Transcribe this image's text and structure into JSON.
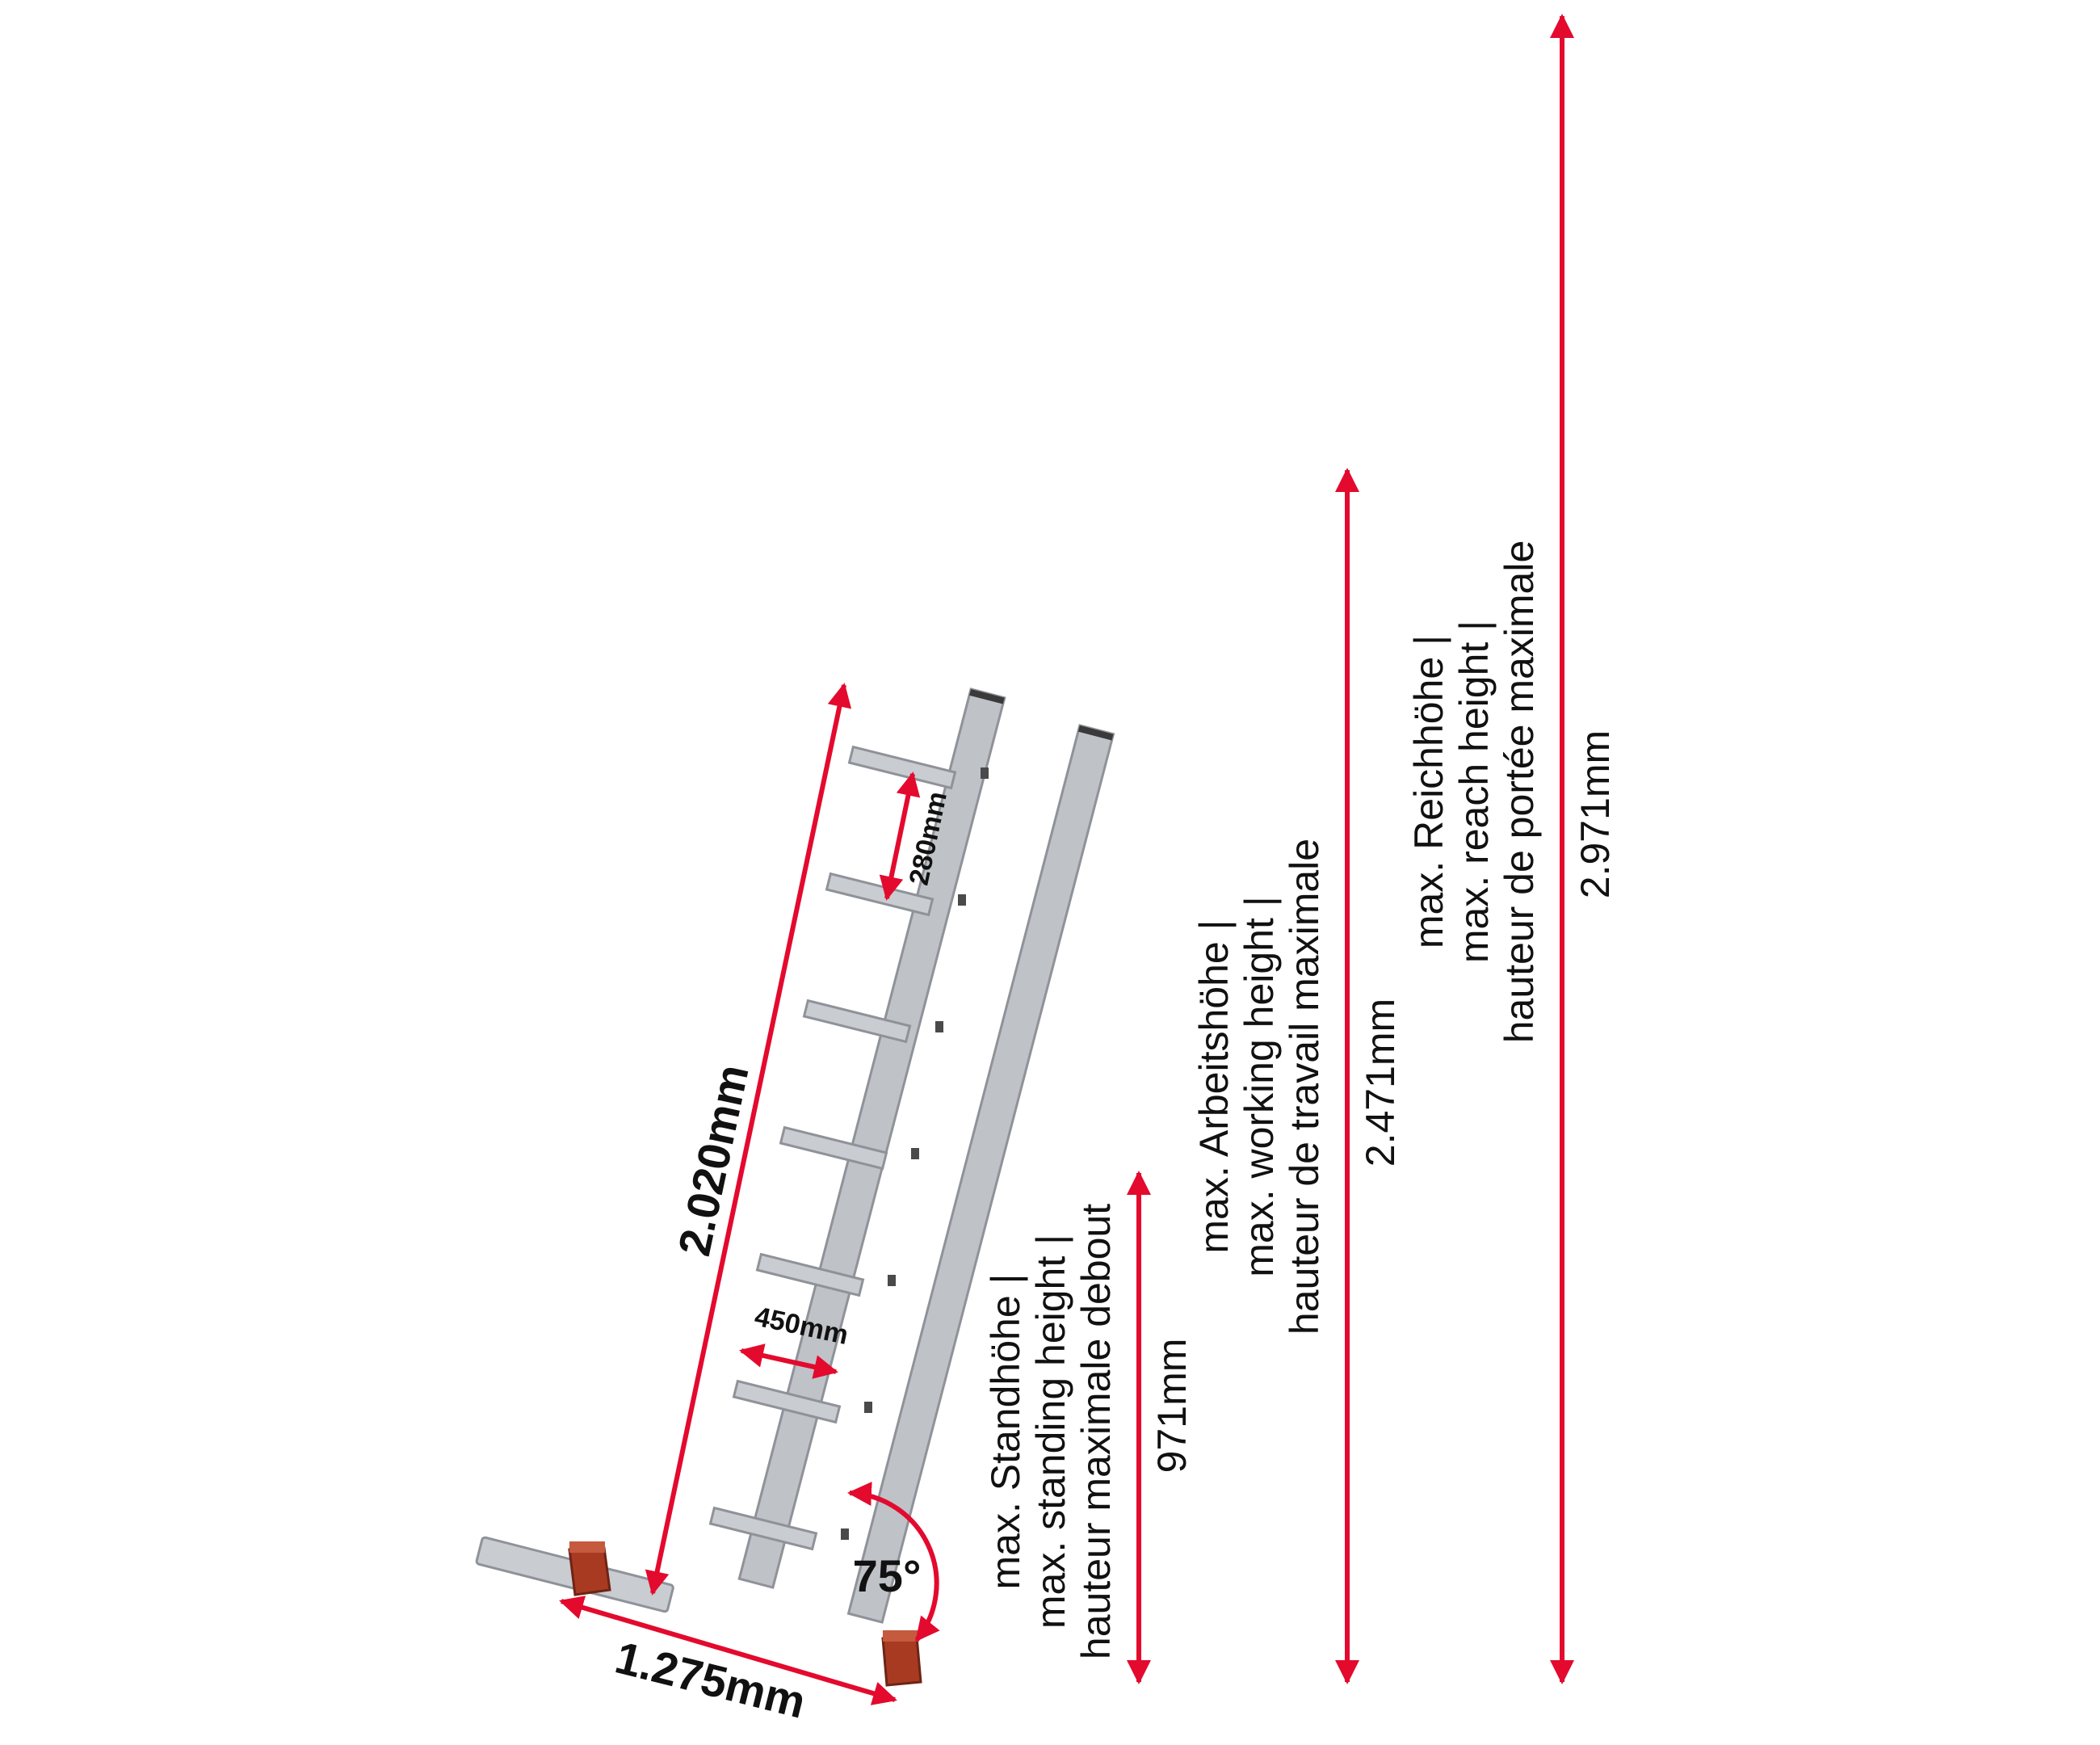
{
  "colors": {
    "accent": "#e30a2e",
    "ladder": "#b9bcc1",
    "ladder_shade": "#9a9da3",
    "foot": "#a93a22",
    "text": "#111111"
  },
  "ladder": {
    "length": "2.020mm",
    "rung_spacing": "280mm",
    "inner_width": "450mm",
    "base_width": "1.275mm",
    "angle": "75°"
  },
  "standing": {
    "line1": "max. Standhöhe |",
    "line2": "max. standing height |",
    "line3": "hauteur maximale debout",
    "value": "971mm"
  },
  "working": {
    "line1": "max. Arbeitshöhe |",
    "line2": "max. working height |",
    "line3": "hauteur de travail maximale",
    "value": "2.471mm"
  },
  "reach": {
    "line1": "max. Reichhöhe |",
    "line2": "max. reach height |",
    "line3": "hauteur de portée maximale",
    "value": "2.971mm"
  }
}
